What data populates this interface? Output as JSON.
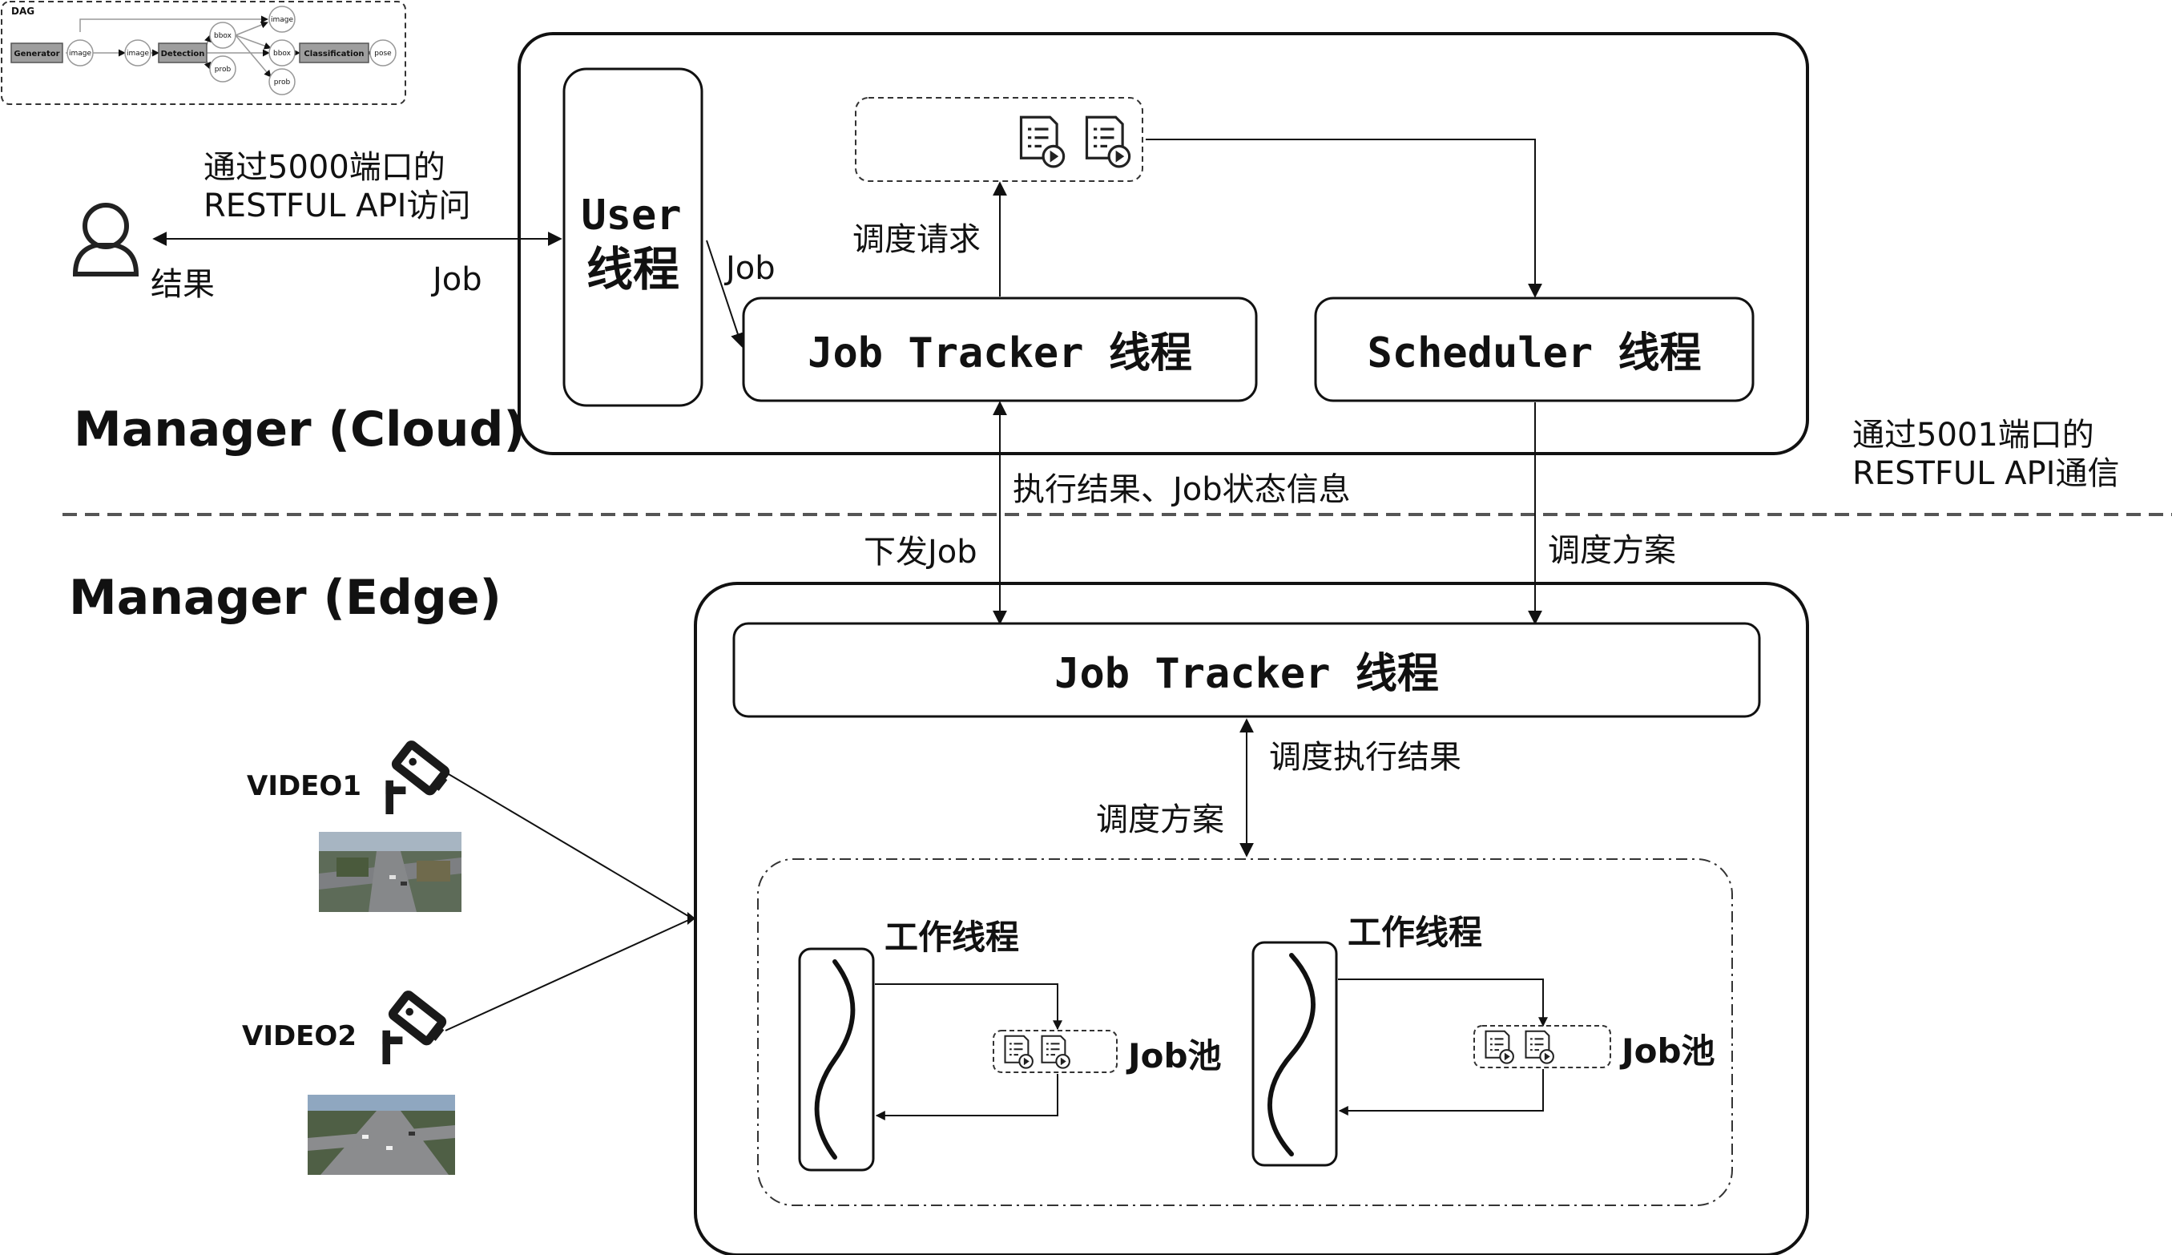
{
  "dag": {
    "title": "DAG",
    "generator": "Generator",
    "image_in": "image",
    "image_mid": "image",
    "detection": "Detection",
    "bbox_top": "bbox",
    "bbox_mid": "bbox",
    "prob_mid": "prob",
    "image_top": "image",
    "prob_bot": "prob",
    "classification": "Classification",
    "pose": "pose"
  },
  "client": {
    "access_line1": "通过5000端口的",
    "access_line2": "RESTFUL API访问",
    "result_label": "结果",
    "job_label": "Job"
  },
  "cloud": {
    "section_label": "Manager (Cloud)",
    "user_thread_line1": "User",
    "user_thread_line2": "线程",
    "job_arrow_label": "Job",
    "schedule_request_label": "调度请求",
    "job_tracker_label": "Job Tracker 线程",
    "scheduler_label": "Scheduler 线程"
  },
  "comm": {
    "port_line1": "通过5001端口的",
    "port_line2": "RESTFUL API通信",
    "exec_result_label": "执行结果、Job状态信息",
    "dispatch_job_label": "下发Job",
    "schedule_plan_label": "调度方案"
  },
  "edge": {
    "section_label": "Manager (Edge)",
    "job_tracker_label": "Job Tracker 线程",
    "schedule_exec_result_label": "调度执行结果",
    "schedule_plan_label": "调度方案",
    "worker1_label": "工作线程",
    "worker2_label": "工作线程",
    "pool1_label": "Job池",
    "pool2_label": "Job池"
  },
  "videos": {
    "video1_label": "VIDEO1",
    "video2_label": "VIDEO2"
  }
}
